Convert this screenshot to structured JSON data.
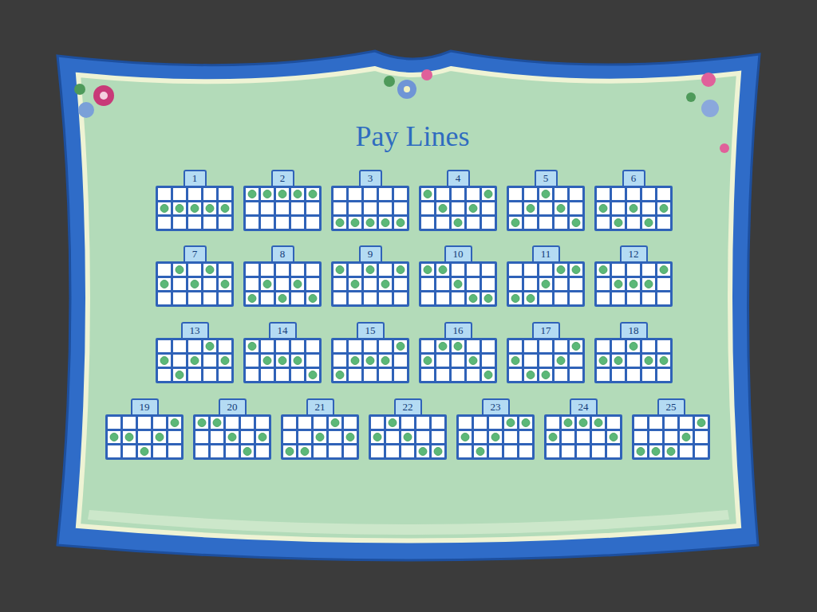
{
  "diagram": {
    "title": "Pay Lines",
    "nodes": [
      {
        "text": [
          "1"
        ]
      },
      {
        "text": [
          "2"
        ]
      },
      {
        "text": [
          "3"
        ]
      },
      {
        "text": [
          "4"
        ]
      },
      {
        "text": [
          "5"
        ]
      },
      {
        "text": [
          "6"
        ]
      },
      {
        "text": [
          "7"
        ]
      },
      {
        "text": [
          "8"
        ]
      },
      {
        "text": [
          "9"
        ]
      },
      {
        "text": [
          "10"
        ]
      },
      {
        "text": [
          "11"
        ]
      },
      {
        "text": [
          "12"
        ]
      },
      {
        "text": [
          "13"
        ]
      },
      {
        "text": [
          "14"
        ]
      },
      {
        "text": [
          "15"
        ]
      },
      {
        "text": [
          "16"
        ]
      },
      {
        "text": [
          "17"
        ]
      },
      {
        "text": [
          "18"
        ]
      },
      {
        "text": [
          "19"
        ]
      },
      {
        "text": [
          "20"
        ]
      },
      {
        "text": [
          "21"
        ]
      },
      {
        "text": [
          "22"
        ]
      },
      {
        "text": [
          "23"
        ]
      },
      {
        "text": [
          "24"
        ]
      },
      {
        "text": [
          "25"
        ]
      }
    ]
  }
}
